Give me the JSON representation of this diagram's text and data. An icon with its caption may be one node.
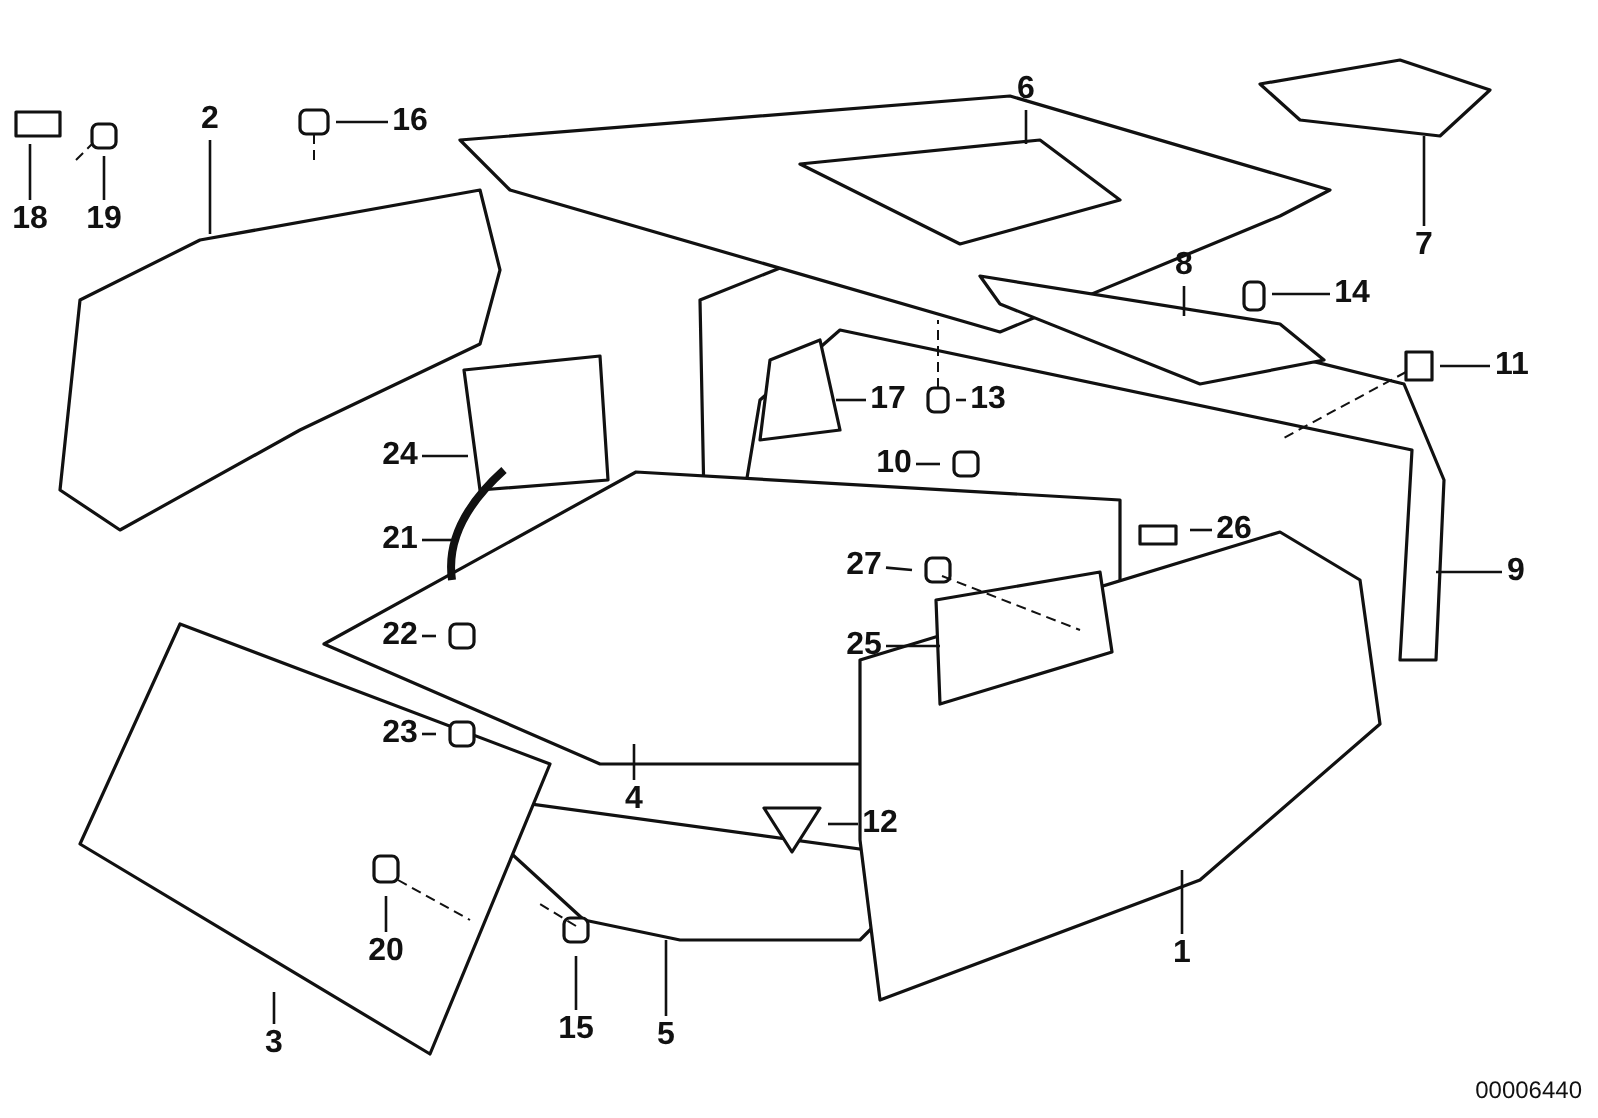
{
  "diagram": {
    "nodes": [
      {
        "text": [
          "6"
        ]
      },
      {
        "text": [
          "2"
        ]
      },
      {
        "text": [
          "16"
        ]
      },
      {
        "text": [
          "18"
        ]
      },
      {
        "text": [
          "19"
        ]
      },
      {
        "text": [
          "7"
        ]
      },
      {
        "text": [
          "8"
        ]
      },
      {
        "text": [
          "14"
        ]
      },
      {
        "text": [
          "11"
        ]
      },
      {
        "text": [
          "17"
        ]
      },
      {
        "text": [
          "13"
        ]
      },
      {
        "text": [
          "24"
        ]
      },
      {
        "text": [
          "10"
        ]
      },
      {
        "text": [
          "26"
        ]
      },
      {
        "text": [
          "21"
        ]
      },
      {
        "text": [
          "27"
        ]
      },
      {
        "text": [
          "9"
        ]
      },
      {
        "text": [
          "22"
        ]
      },
      {
        "text": [
          "25"
        ]
      },
      {
        "text": [
          "23"
        ]
      },
      {
        "text": [
          "4"
        ]
      },
      {
        "text": [
          "12"
        ]
      },
      {
        "text": [
          "20"
        ]
      },
      {
        "text": [
          "1"
        ]
      },
      {
        "text": [
          "15"
        ]
      },
      {
        "text": [
          "5"
        ]
      },
      {
        "text": [
          "3"
        ]
      }
    ],
    "edges": [
      {
        "from": 0,
        "to": null,
        "arrow": "none"
      },
      {
        "from": 1,
        "to": null,
        "arrow": "none"
      },
      {
        "from": 2,
        "to": null,
        "arrow": "none"
      },
      {
        "from": 3,
        "to": null,
        "arrow": "none"
      },
      {
        "from": 4,
        "to": null,
        "arrow": "none"
      },
      {
        "from": 5,
        "to": null,
        "arrow": "none"
      },
      {
        "from": 6,
        "to": null,
        "arrow": "none"
      },
      {
        "from": 7,
        "to": null,
        "arrow": "none"
      },
      {
        "from": 8,
        "to": null,
        "arrow": "none"
      },
      {
        "from": 9,
        "to": null,
        "arrow": "none"
      },
      {
        "from": 10,
        "to": null,
        "arrow": "none"
      },
      {
        "from": 11,
        "to": null,
        "arrow": "none"
      },
      {
        "from": 12,
        "to": null,
        "arrow": "none"
      },
      {
        "from": 13,
        "to": null,
        "arrow": "none"
      },
      {
        "from": 14,
        "to": null,
        "arrow": "none"
      },
      {
        "from": 15,
        "to": null,
        "arrow": "none"
      },
      {
        "from": 16,
        "to": null,
        "arrow": "none"
      },
      {
        "from": 17,
        "to": null,
        "arrow": "none"
      },
      {
        "from": 18,
        "to": null,
        "arrow": "none"
      },
      {
        "from": 19,
        "to": null,
        "arrow": "none"
      },
      {
        "from": 20,
        "to": null,
        "arrow": "none"
      },
      {
        "from": 21,
        "to": null,
        "arrow": "none"
      },
      {
        "from": 22,
        "to": null,
        "arrow": "none"
      },
      {
        "from": 23,
        "to": null,
        "arrow": "none"
      },
      {
        "from": 24,
        "to": null,
        "arrow": "none"
      },
      {
        "from": 25,
        "to": null,
        "arrow": "none"
      },
      {
        "from": 26,
        "to": null,
        "arrow": "none"
      }
    ],
    "labels": [
      "00006440"
    ]
  }
}
